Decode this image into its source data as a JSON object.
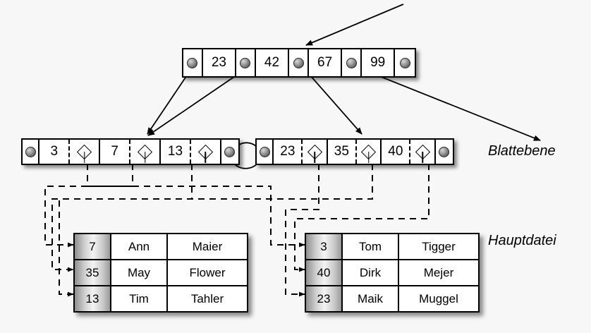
{
  "diagram": {
    "title_labels": {
      "leaf_level": "Blattebene",
      "main_file": "Hauptdatei"
    },
    "root_node": {
      "name": "root-index-node",
      "keys": [
        "23",
        "42",
        "67",
        "99"
      ],
      "pointer_count": 5,
      "pointer_icon": "sphere-pointer-icon"
    },
    "leaf_nodes": [
      {
        "name": "leaf-node-left",
        "keys": [
          "3",
          "7",
          "13"
        ],
        "record_pointer_icon": "diamond-pointer-icon",
        "prev_pointer_icon": "sphere-pointer-icon",
        "next_pointer_icon": "sphere-pointer-icon"
      },
      {
        "name": "leaf-node-right",
        "keys": [
          "23",
          "35",
          "40"
        ],
        "record_pointer_icon": "diamond-pointer-icon",
        "prev_pointer_icon": "sphere-pointer-icon",
        "next_pointer_icon": "sphere-pointer-icon"
      }
    ],
    "tables": [
      {
        "name": "main-file-table-left",
        "rows": [
          {
            "key": "7",
            "first": "Ann",
            "last": "Maier"
          },
          {
            "key": "35",
            "first": "May",
            "last": "Flower"
          },
          {
            "key": "13",
            "first": "Tim",
            "last": "Tahler"
          }
        ]
      },
      {
        "name": "main-file-table-right",
        "rows": [
          {
            "key": "3",
            "first": "Tom",
            "last": "Tigger"
          },
          {
            "key": "40",
            "first": "Dirk",
            "last": "Mejer"
          },
          {
            "key": "23",
            "first": "Maik",
            "last": "Muggel"
          }
        ]
      }
    ],
    "colors": {
      "background": "#f7f7f7",
      "stroke": "#000000",
      "node_fill": "#ffffff",
      "key_cell_gradient_dark": "#8f8f8f",
      "key_cell_gradient_light": "#f4f4f4"
    }
  }
}
